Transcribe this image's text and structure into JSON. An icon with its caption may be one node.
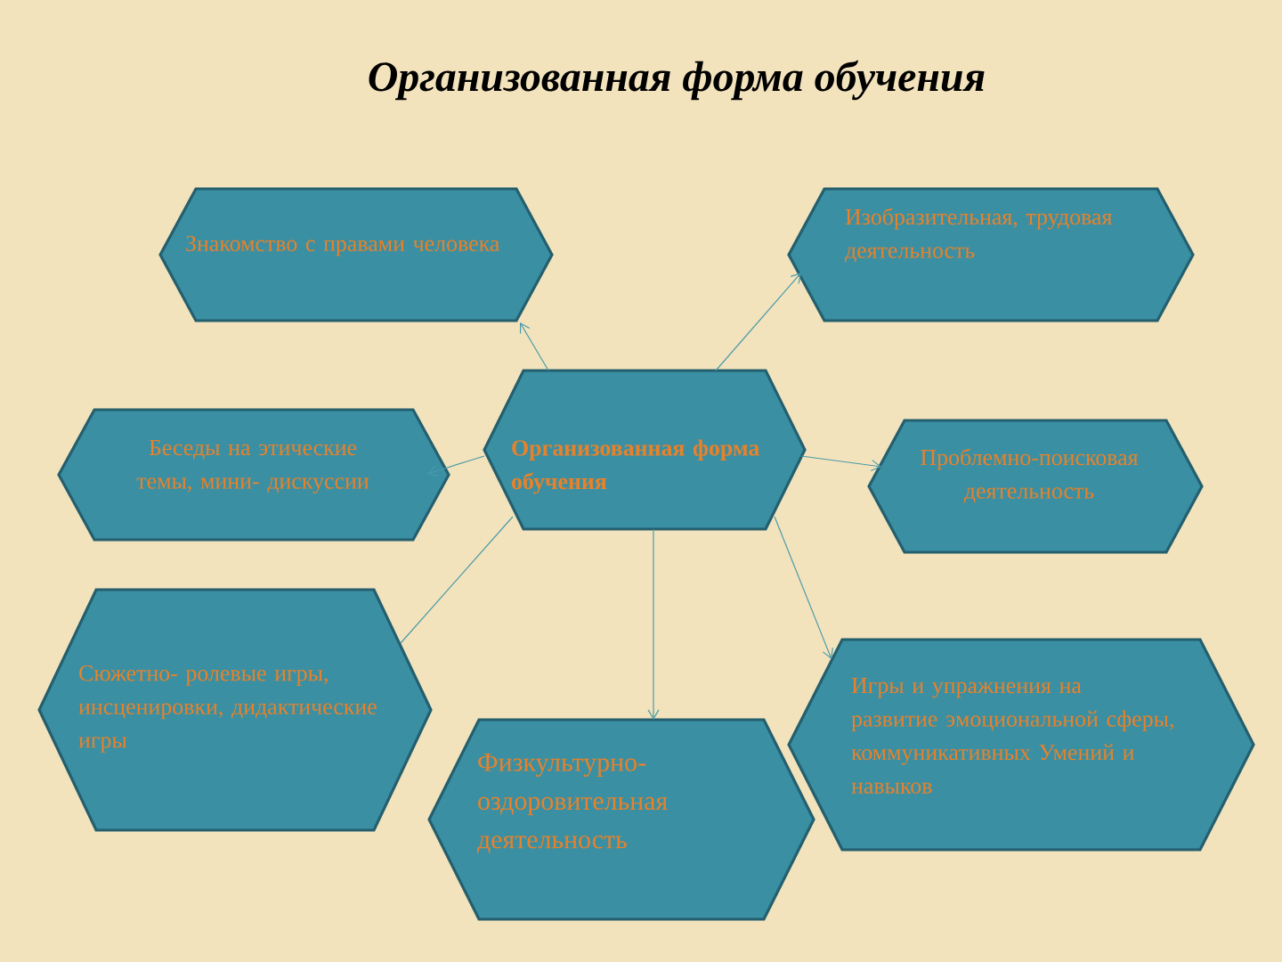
{
  "diagram": {
    "title": "Организованная форма обучения",
    "nodes": [
      {
        "text": [
          "Организованная форма обучения"
        ]
      },
      {
        "text": [
          "Знакомство с правами человека"
        ]
      },
      {
        "text": [
          "Изобразительная, трудовая деятельность"
        ]
      },
      {
        "text": [
          "Беседы на этические темы, мини- дискуссии"
        ]
      },
      {
        "text": [
          "Проблемно-поисковая деятельность"
        ]
      },
      {
        "text": [
          "Сюжетно- ролевые игры, инсценировки, дидактические игры"
        ]
      },
      {
        "text": [
          "Игры и упражнения на развитие эмоциональной сферы, коммуникативных Умений и навыков"
        ]
      },
      {
        "text": [
          "Физкультурно-оздоровительная деятельность"
        ]
      }
    ],
    "edges": [
      {
        "from": 0,
        "to": 1,
        "arrow": "to"
      },
      {
        "from": 0,
        "to": 2,
        "arrow": "to"
      },
      {
        "from": 0,
        "to": 3,
        "arrow": "to"
      },
      {
        "from": 0,
        "to": 4,
        "arrow": "to"
      },
      {
        "from": 0,
        "to": 5,
        "arrow": "none"
      },
      {
        "from": 0,
        "to": 6,
        "arrow": "to"
      },
      {
        "from": 0,
        "to": 7,
        "arrow": "to"
      }
    ]
  }
}
